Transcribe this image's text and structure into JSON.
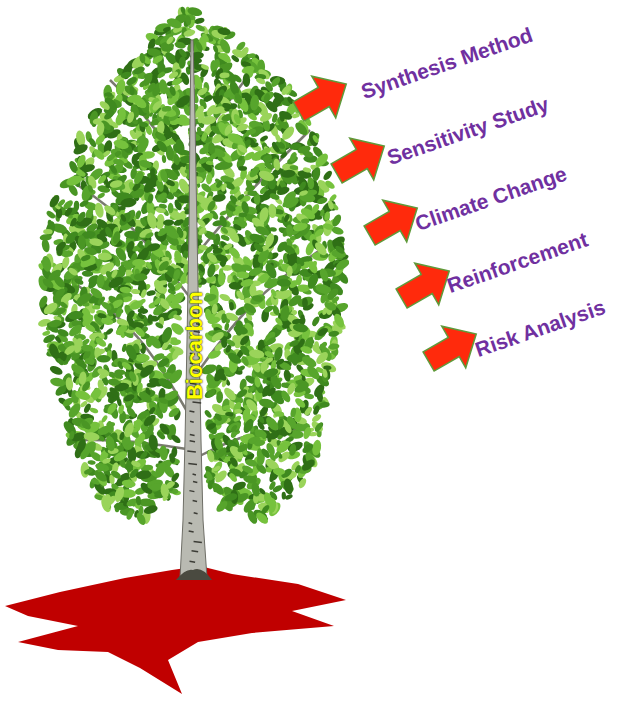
{
  "diagram": {
    "labels": [
      "Biocarbon",
      "Synthesis Method",
      "Sensitivity Study",
      "Climate Change",
      "Reinforcement",
      "Risk Analysis"
    ]
  }
}
